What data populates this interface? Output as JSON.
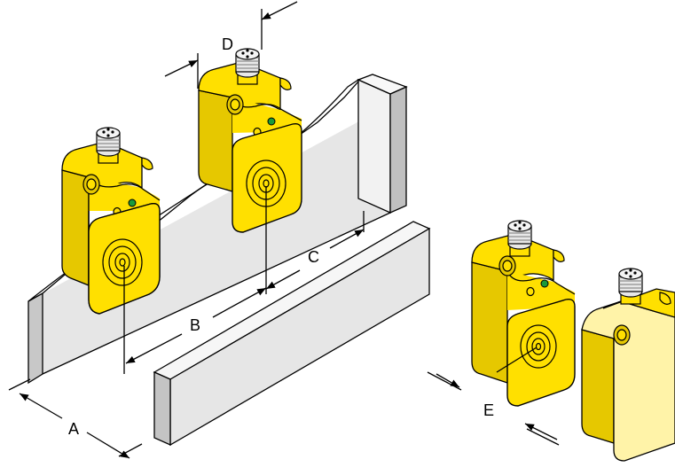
{
  "labels": {
    "a": "A",
    "b": "B",
    "c": "C",
    "d": "D",
    "e": "E"
  },
  "colors": {
    "sensor_yellow": "#ffe000",
    "sensor_yellow_dark": "#e6c800",
    "sensor_yellow_pale": "#fff3a8",
    "led_green": "#1a9a3a",
    "wall_gray": "#e6e6e6",
    "wall_gray_dark": "#b8b8b8",
    "line": "#000000"
  }
}
